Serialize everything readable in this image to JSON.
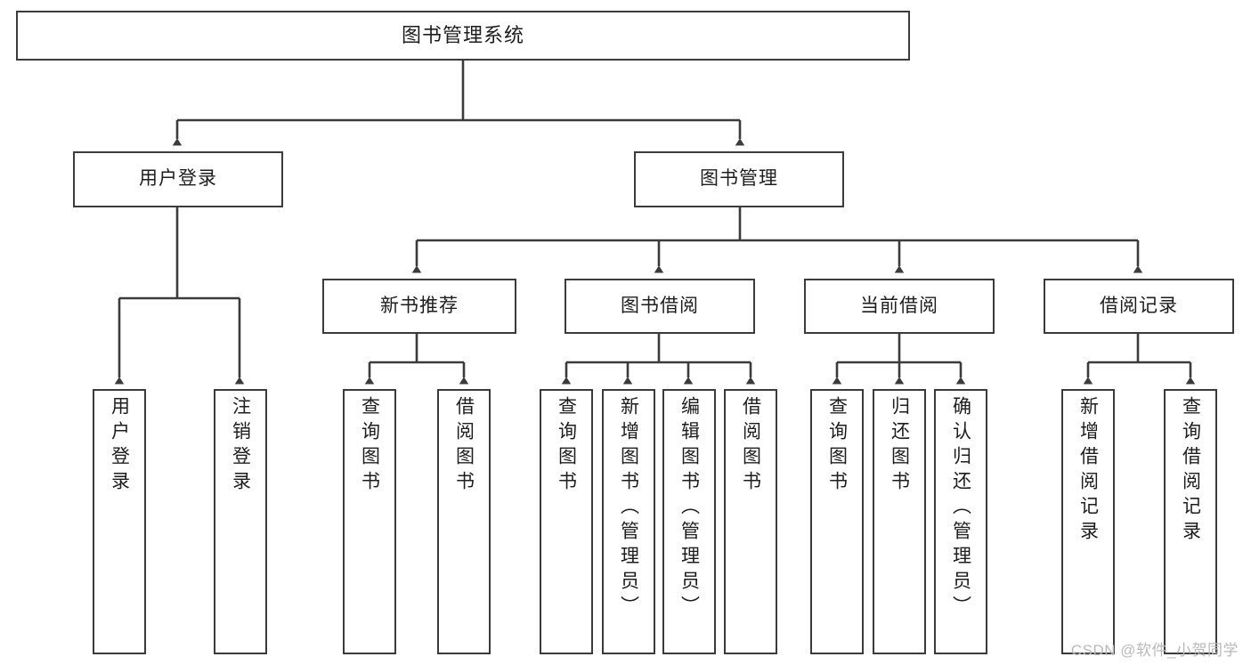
{
  "diagram": {
    "type": "tree-hierarchy",
    "title": "图书管理系统",
    "watermark": "CSDN @软件_小贺同学",
    "colors": {
      "stroke": "#3b3b3b",
      "box_fill": "#ffffff",
      "text": "#1d1d1d",
      "watermark": "#b9b9b9",
      "background": "#ffffff"
    },
    "nodes": {
      "root": {
        "label": "图书管理系统"
      },
      "level2": [
        {
          "label": "用户登录"
        },
        {
          "label": "图书管理"
        }
      ],
      "level3": [
        {
          "label": "新书推荐"
        },
        {
          "label": "图书借阅"
        },
        {
          "label": "当前借阅"
        },
        {
          "label": "借阅记录"
        }
      ],
      "leaves": {
        "user_login": [
          {
            "label": "用户登录"
          },
          {
            "label": "注销登录"
          }
        ],
        "new_book": [
          {
            "label": "查询图书"
          },
          {
            "label": "借阅图书"
          }
        ],
        "book_borrow": [
          {
            "label": "查询图书"
          },
          {
            "label": "新增图书（管理员）"
          },
          {
            "label": "编辑图书（管理员）"
          },
          {
            "label": "借阅图书"
          }
        ],
        "current_borrow": [
          {
            "label": "查询图书"
          },
          {
            "label": "归还图书"
          },
          {
            "label": "确认归还（管理员）"
          }
        ],
        "borrow_record": [
          {
            "label": "新增借阅记录"
          },
          {
            "label": "查询借阅记录"
          }
        ]
      }
    }
  }
}
